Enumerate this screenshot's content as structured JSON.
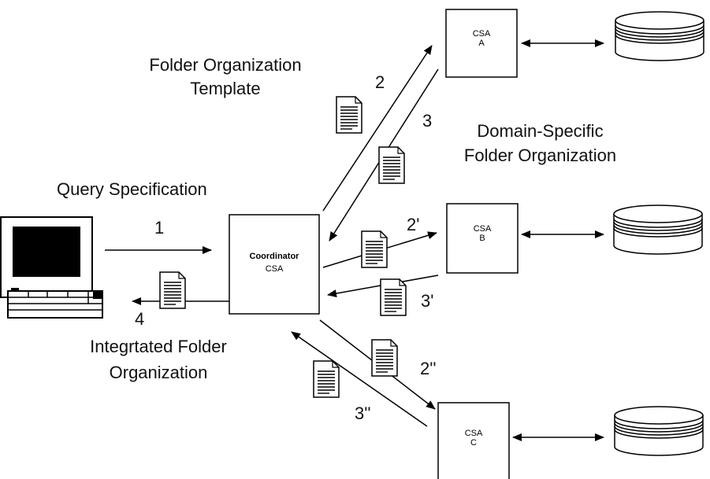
{
  "labels": {
    "query_spec": "Query Specification",
    "folder_template": "Folder Organization\nTemplate",
    "domain_specific": "Domain-Specific\nFolder Organization",
    "integrated": "Integrtated Folder\nOrganization"
  },
  "steps": {
    "s1": "1",
    "s2": "2",
    "s3": "3",
    "s4": "4",
    "s2p": "2'",
    "s3p": "3'",
    "s2pp": "2''",
    "s3pp": "3''"
  },
  "coordinator": {
    "line1": "Coordinator",
    "line2": "CSA"
  },
  "agents": [
    {
      "line1": "CSA",
      "line2": "A"
    },
    {
      "line1": "CSA",
      "line2": "B"
    },
    {
      "line1": "CSA",
      "line2": "C"
    }
  ]
}
